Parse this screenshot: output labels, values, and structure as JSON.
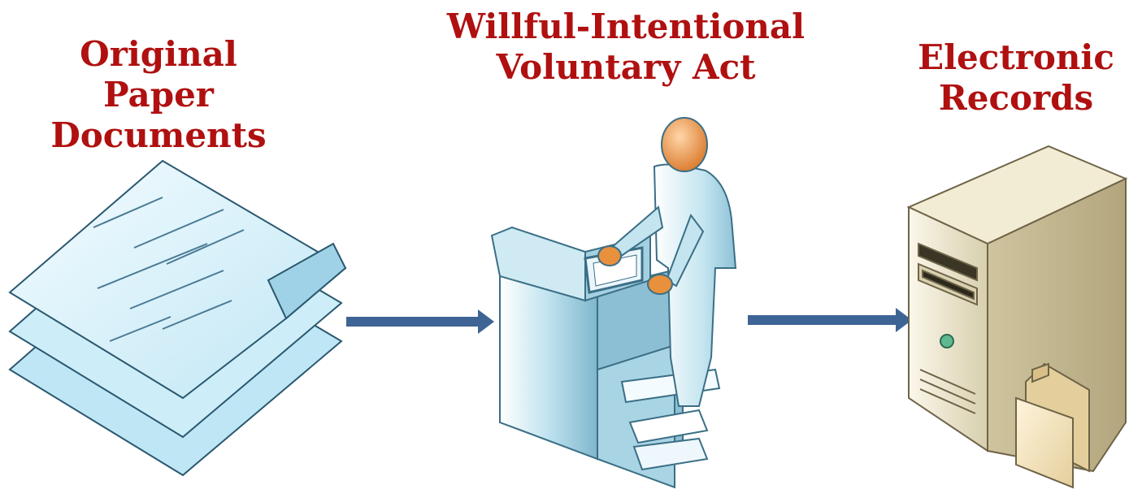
{
  "colors": {
    "label_text": "#b01010",
    "arrow": "#3d6494",
    "paper_fill": "#cfeef8",
    "paper_stroke": "#2a5870",
    "person_body": "#bfe3ef",
    "person_head": "#e8903c",
    "machine": "#9fcde0",
    "computer": "#ece3c6"
  },
  "labels": {
    "paper": [
      "Original",
      "Paper",
      "Documents"
    ],
    "act": [
      "Willful-Intentional",
      "Voluntary Act"
    ],
    "records": [
      "Electronic",
      "Records"
    ]
  },
  "icons": {
    "paper": "paper-documents-icon",
    "scanner": "person-at-scanner-icon",
    "computer": "computer-tower-icon",
    "folder": "folder-icon"
  }
}
